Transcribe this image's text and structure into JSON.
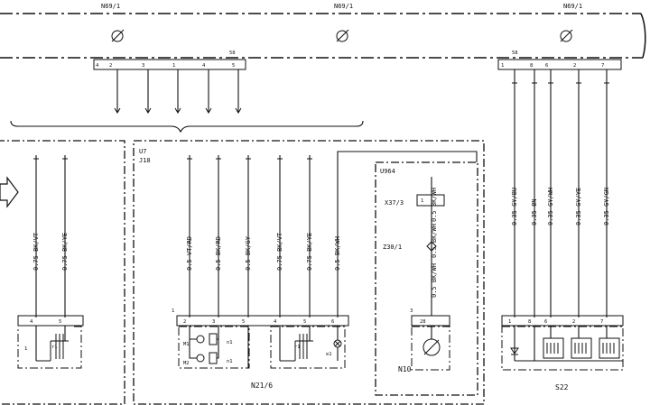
{
  "modules": {
    "top_left": "N69/1",
    "top_mid": "N69/1",
    "top_right": "N69/1",
    "bottom_left": "N21/6",
    "bottom_mid": "N10",
    "bottom_right": "S22"
  },
  "groups": {
    "u7": "U7",
    "j18": "J18",
    "u964": "U964",
    "x37": "X37/3",
    "z30": "Z30/1"
  },
  "bus_pins_left": [
    "4",
    "2",
    "3",
    "1",
    "4",
    "5"
  ],
  "bus_pins_right": [
    "1",
    "8",
    "6",
    "2",
    "7"
  ],
  "wires_left": [
    {
      "label": "0.75 BK/VT",
      "pin": "4"
    },
    {
      "label": "0.75 BK/YE",
      "pin": "5"
    }
  ],
  "wires_middle": [
    {
      "label": "0.5 VT/RD",
      "pin": "2"
    },
    {
      "label": "0.5 BK/RD",
      "pin": "3"
    },
    {
      "label": "0.5 BK/GY",
      "pin": "5"
    },
    {
      "label": "0.75 BK/VT",
      "pin": "4"
    },
    {
      "label": "0.75 BK/YE",
      "pin": "5"
    },
    {
      "label": "0.5 BK/WH",
      "pin": "6"
    }
  ],
  "u964_wires": {
    "top": "0.5 BK/WH",
    "mid1": "0.5 BK/WH",
    "mid2": "0.5 BK/WH",
    "pin": "28"
  },
  "wires_right": [
    {
      "label": "0.35 GY/BU",
      "pin": "1"
    },
    {
      "label": "0.35 BN",
      "pin": "8"
    },
    {
      "label": "0.35 GY/WH",
      "pin": "6"
    },
    {
      "label": "0.35 GY/YE",
      "pin": "2"
    },
    {
      "label": "0.35 GY/GN",
      "pin": "7"
    }
  ],
  "components": {
    "m1": "M1",
    "m2": "M2",
    "n1": "n1",
    "r1": "r1",
    "e1": "e1",
    "pos1": "1",
    "pos3": "3"
  }
}
